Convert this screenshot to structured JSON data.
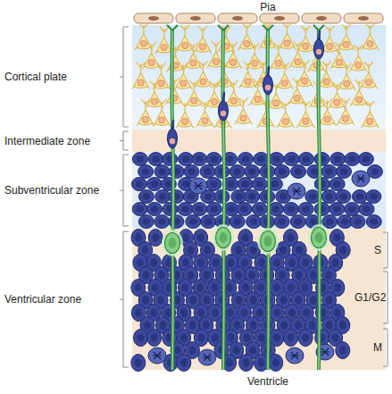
{
  "diagram": {
    "labels": [
      "Pia",
      "Cortical plate",
      "Intermediate zone",
      "Subventricular zone",
      "Ventricular zone",
      "S",
      "G1/G2",
      "M",
      "Ventricle"
    ]
  }
}
